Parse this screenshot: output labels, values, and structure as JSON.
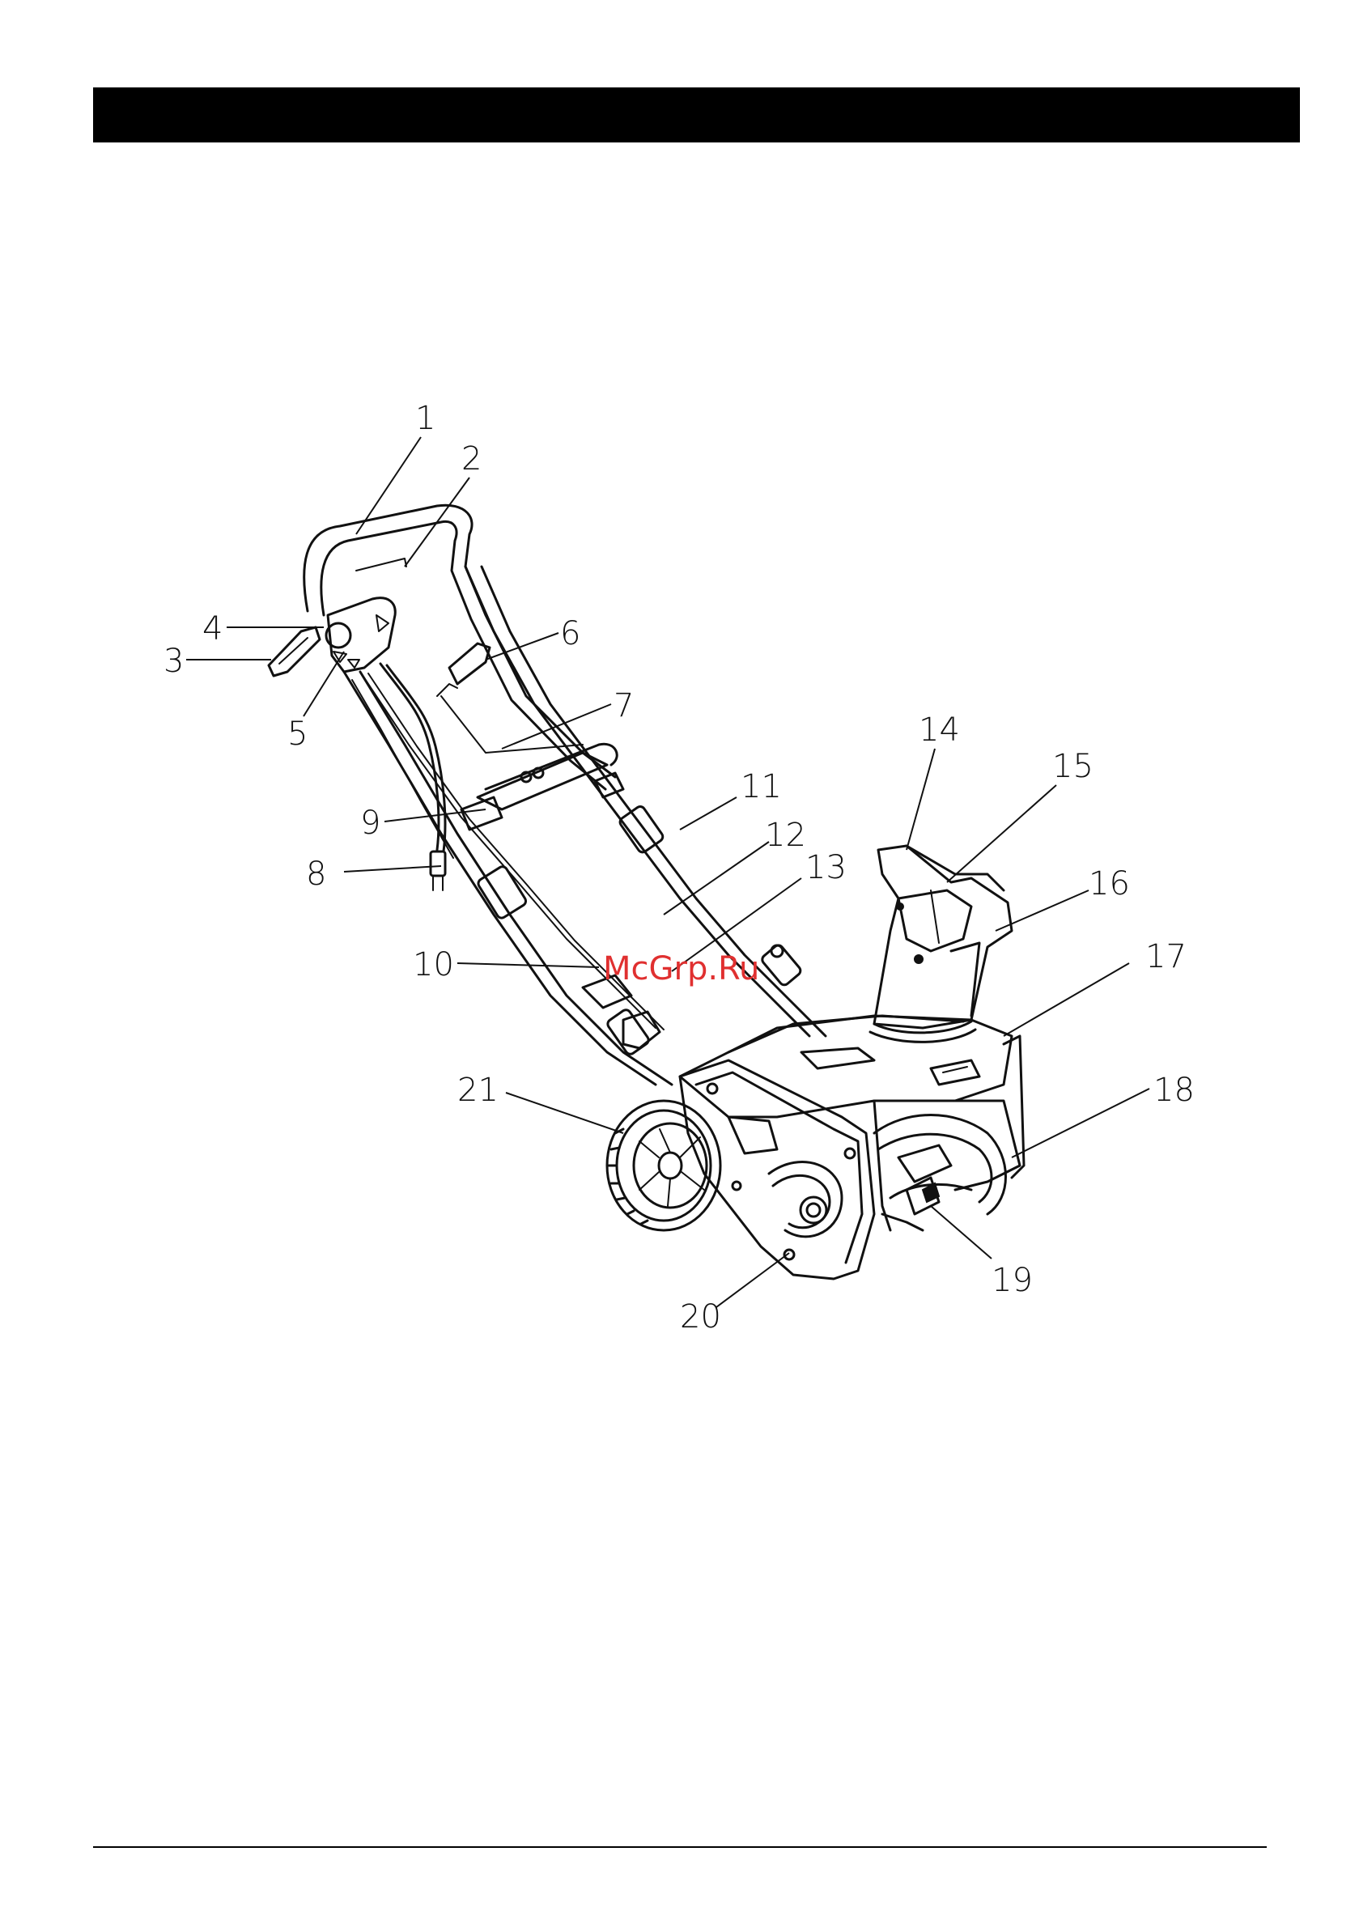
{
  "callouts": [
    {
      "id": 1,
      "label": "1"
    },
    {
      "id": 2,
      "label": "2"
    },
    {
      "id": 3,
      "label": "3"
    },
    {
      "id": 4,
      "label": "4"
    },
    {
      "id": 5,
      "label": "5"
    },
    {
      "id": 6,
      "label": "6"
    },
    {
      "id": 7,
      "label": "7"
    },
    {
      "id": 8,
      "label": "8"
    },
    {
      "id": 9,
      "label": "9"
    },
    {
      "id": 10,
      "label": "10"
    },
    {
      "id": 11,
      "label": "11"
    },
    {
      "id": 12,
      "label": "12"
    },
    {
      "id": 13,
      "label": "13"
    },
    {
      "id": 14,
      "label": "14"
    },
    {
      "id": 15,
      "label": "15"
    },
    {
      "id": 16,
      "label": "16"
    },
    {
      "id": 17,
      "label": "17"
    },
    {
      "id": 18,
      "label": "18"
    },
    {
      "id": 19,
      "label": "19"
    },
    {
      "id": 20,
      "label": "20"
    },
    {
      "id": 21,
      "label": "21"
    }
  ],
  "watermark": "McGrp.Ru",
  "colors": {
    "ink": "#111111",
    "watermark": "#e03030",
    "header": "#000000"
  }
}
